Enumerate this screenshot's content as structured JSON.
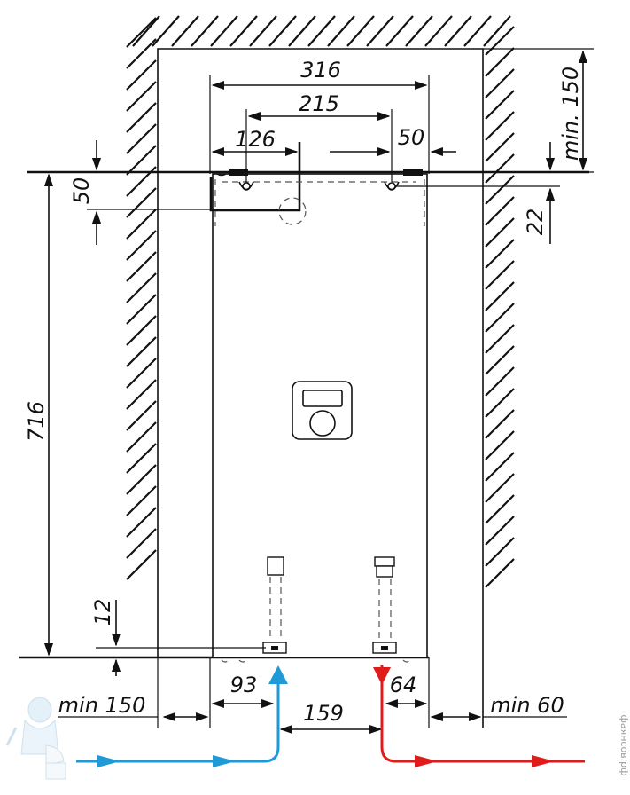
{
  "dimensions": {
    "top_min": "min. 150",
    "width_total": "316",
    "mount_span": "215",
    "left_offset": "126",
    "right_offset": "50",
    "top_offset": "50",
    "hole_depth": "22",
    "height_total": "716",
    "bottom_gap": "12",
    "side_min_left": "min 150",
    "side_min_right": "min 60",
    "cold_offset": "93",
    "pipe_spacing": "159",
    "hot_offset": "64"
  },
  "colors": {
    "line": "#111111",
    "cold_water": "#1f9ad6",
    "hot_water": "#e01b1b",
    "appliance_fill": "#ffffff"
  },
  "watermark": "фаянсов.рф"
}
